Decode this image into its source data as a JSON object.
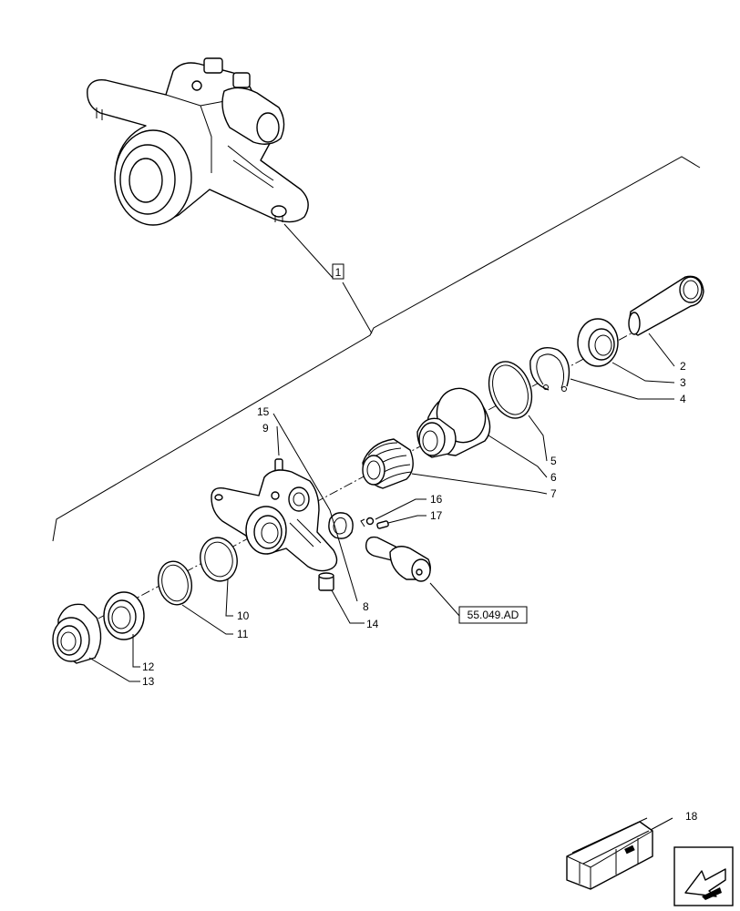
{
  "callouts": {
    "c1": "1",
    "c2": "2",
    "c3": "3",
    "c4": "4",
    "c5": "5",
    "c6": "6",
    "c7": "7",
    "c8": "8",
    "c9": "9",
    "c10": "10",
    "c11": "11",
    "c12": "12",
    "c13": "13",
    "c14": "14",
    "c15": "15",
    "c16": "16",
    "c17": "17",
    "c18": "18"
  },
  "reference": "55.049.AD",
  "icons": {
    "kit": "wooden-crate-icon",
    "nav": "arrow-left-icon"
  }
}
